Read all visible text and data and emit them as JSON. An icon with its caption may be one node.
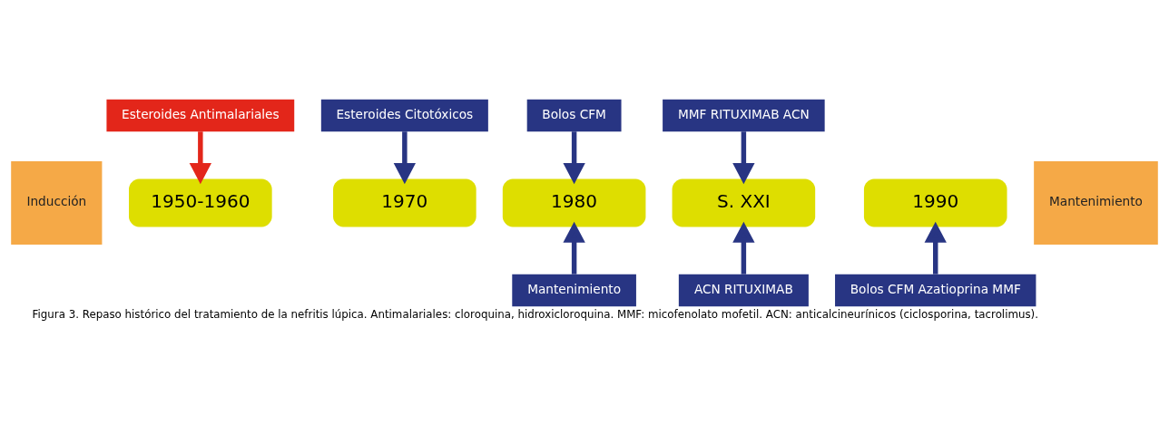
{
  "diagram": {
    "caption": "Figura 3. Repaso histórico del tratamiento de la nefritis lúpica. Antimalariales: cloroquina, hidroxicloroquina. MMF: micofenolato mofetil. ACN: anticalcineurínicos (ciclosporina, tacrolimus).",
    "nodes": [
      {
        "text": [
          "Inducción"
        ]
      },
      {
        "text": [
          "Esteroides Antimalariales"
        ]
      },
      {
        "text": [
          "Esteroides Citotóxicos"
        ]
      },
      {
        "text": [
          "Bolos CFM"
        ]
      },
      {
        "text": [
          "MMF RITUXIMAB ACN"
        ]
      },
      {
        "text": [
          "1950-1960"
        ]
      },
      {
        "text": [
          "1970"
        ]
      },
      {
        "text": [
          "1980"
        ]
      },
      {
        "text": [
          "1990"
        ]
      },
      {
        "text": [
          "S. XXI"
        ]
      },
      {
        "text": [
          "Mantenimiento"
        ]
      },
      {
        "text": [
          "Mantenimiento"
        ]
      },
      {
        "text": [
          "Bolos CFM Azatioprina MMF"
        ]
      },
      {
        "text": [
          "ACN RITUXIMAB"
        ]
      }
    ],
    "edges": [
      {
        "from": 1,
        "to": 5,
        "arrow": "to",
        "color": "#e3261a"
      },
      {
        "from": 2,
        "to": 6,
        "arrow": "to"
      },
      {
        "from": 3,
        "to": 7,
        "arrow": "to"
      },
      {
        "from": 4,
        "to": 9,
        "arrow": "to"
      },
      {
        "from": 11,
        "to": 7,
        "arrow": "to"
      },
      {
        "from": 12,
        "to": 8,
        "arrow": "to"
      },
      {
        "from": 13,
        "to": 9,
        "arrow": "to"
      }
    ]
  }
}
